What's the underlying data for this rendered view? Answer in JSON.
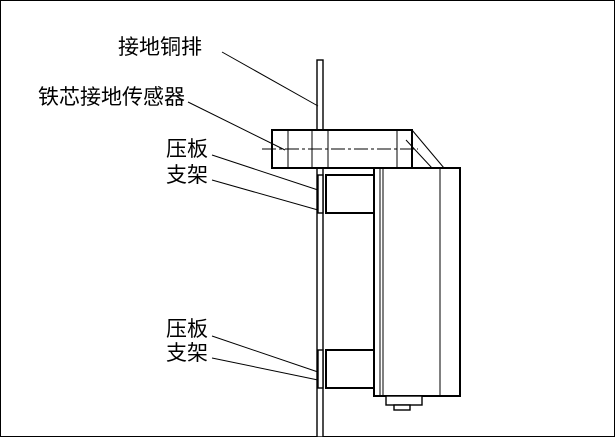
{
  "labels": {
    "grounding_copper_bar": "接地铜排",
    "core_grounding_sensor": "铁芯接地传感器",
    "pressure_plate_1": "压板",
    "support_1": "支架",
    "pressure_plate_2": "压板",
    "support_2": "支架"
  }
}
